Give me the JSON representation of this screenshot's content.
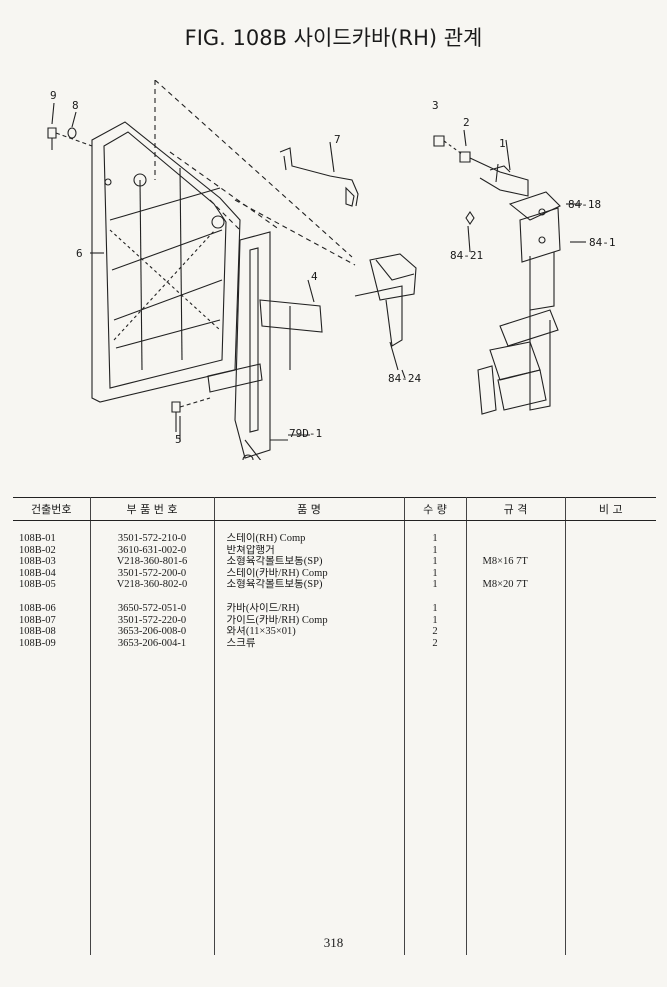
{
  "header": {
    "title": "FIG. 108B 사이드카바(RH) 관계"
  },
  "diagram": {
    "callouts": [
      "9",
      "8",
      "7",
      "6",
      "5",
      "4",
      "79D-1",
      "3",
      "2",
      "1",
      "84-18",
      "84-21",
      "84-1",
      "84-24"
    ]
  },
  "table": {
    "headers": [
      "건출번호",
      "부 품 번 호",
      "품 명",
      "수 량",
      "규 격",
      "비 고"
    ],
    "rows": [
      {
        "no": "108B-01",
        "part": "3501-572-210-0",
        "name": "스테이(RH) Comp",
        "qty": "1",
        "spec": ""
      },
      {
        "no": "108B-02",
        "part": "3610-631-002-0",
        "name": "반쳐압행거",
        "qty": "1",
        "spec": ""
      },
      {
        "no": "108B-03",
        "part": "V218-360-801-6",
        "name": "소형육각볼트보통(SP)",
        "qty": "1",
        "spec": "M8×16 7T"
      },
      {
        "no": "108B-04",
        "part": "3501-572-200-0",
        "name": "스테이(카바/RH) Comp",
        "qty": "1",
        "spec": ""
      },
      {
        "no": "108B-05",
        "part": "V218-360-802-0",
        "name": "소형육각볼트보통(SP)",
        "qty": "1",
        "spec": "M8×20 7T"
      },
      {
        "no": "108B-06",
        "part": "3650-572-051-0",
        "name": "카바(사이드/RH)",
        "qty": "1",
        "spec": ""
      },
      {
        "no": "108B-07",
        "part": "3501-572-220-0",
        "name": "가이드(카바/RH) Comp",
        "qty": "1",
        "spec": ""
      },
      {
        "no": "108B-08",
        "part": "3653-206-008-0",
        "name": "와셔(11×35×01)",
        "qty": "2",
        "spec": ""
      },
      {
        "no": "108B-09",
        "part": "3653-206-004-1",
        "name": "스크류",
        "qty": "2",
        "spec": ""
      }
    ]
  },
  "footer": {
    "page_number": "318"
  }
}
